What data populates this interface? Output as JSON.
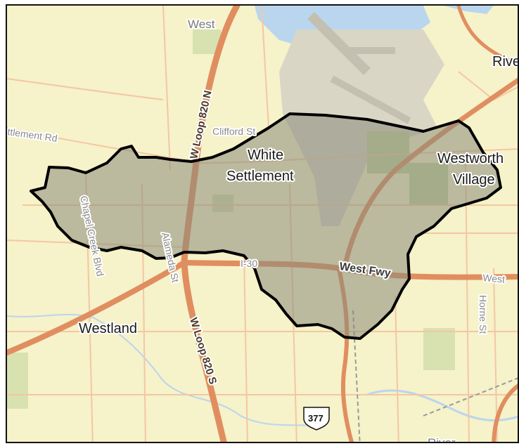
{
  "map": {
    "colors": {
      "land": "#f6f2c9",
      "water": "#b9d6ee",
      "park": "#d8e1b0",
      "airport": "#d9d6c6",
      "highway": "#e08e60",
      "minor_road": "#f3c7a4",
      "watershed_fill": "#8a8a7a",
      "outline": "#000000"
    },
    "places": {
      "west": "West",
      "white_settlement_1": "White",
      "white_settlement_2": "Settlement",
      "westworth_1": "Westworth",
      "westworth_2": "Village",
      "westland": "Westland",
      "river_top": "Rive",
      "river_bottom": "River"
    },
    "roads": {
      "settlement_rd": "ttlement Rd",
      "clifford_st": "Clifford St",
      "chapel_creek_blvd": "Chapel Creek Blvd",
      "alameda_st": "Alameda St",
      "horne_st": "Horne St",
      "west_short": "West",
      "i30": "I-30",
      "west_fwy": "West Fwy",
      "loop_820_n": "W Loop 820 N",
      "loop_820_s": "W Loop 820 S",
      "us_377": "377"
    }
  }
}
